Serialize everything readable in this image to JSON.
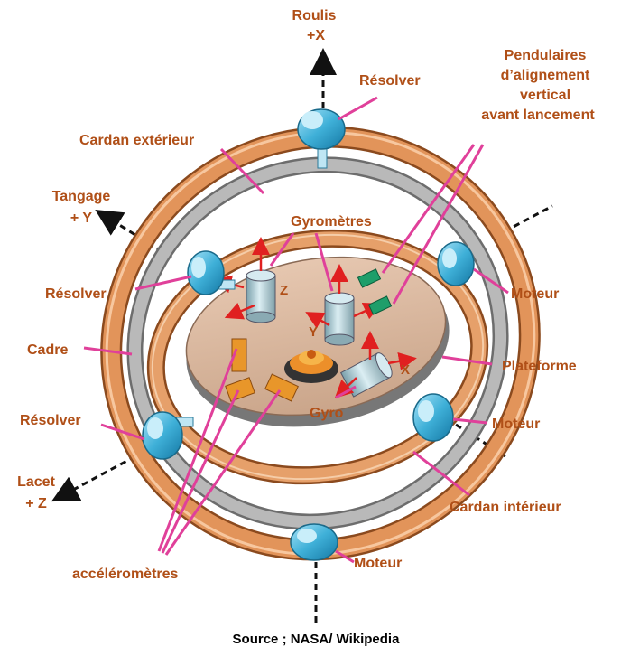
{
  "axes": {
    "roll": {
      "name": "Roulis",
      "dir": "+X"
    },
    "pitch": {
      "name": "Tangage",
      "dir": "+ Y"
    },
    "yaw": {
      "name": "Lacet",
      "dir": "+ Z"
    }
  },
  "labels": {
    "resolver_top": "Résolver",
    "resolver_left": "Résolver",
    "resolver_bottom": "Résolver",
    "pendulaires": [
      "Pendulaires",
      "d’alignement",
      "vertical",
      "avant lancement"
    ],
    "cardan_exterieur": "Cardan extérieur",
    "gyrometres": "Gyromètres",
    "moteur_right": "Moteur",
    "moteur_lower_right": "Moteur",
    "moteur_bottom": "Moteur",
    "cadre": "Cadre",
    "plateforme": "Plateforme",
    "gyro": "Gyro",
    "cardan_interieur": "Cardan intérieur",
    "accelerometres": "accéléromètres",
    "gyro_axis_x": "X",
    "gyro_axis_y": "Y",
    "gyro_axis_z": "Z"
  },
  "source": "Source ; NASA/ Wikipedia",
  "colors": {
    "label": "#b04f17",
    "leader": "#e0409a",
    "gimbal_outer": "#d9833d",
    "gimbal_inner": "#e6a06a",
    "platform": "#d9b59b",
    "device_blue": "#3fb0d8",
    "cylinder": "#a9c6cf",
    "accelerometer": "#e8962a",
    "pendulum": "#1e9e6a",
    "arrow_red": "#e02020"
  }
}
